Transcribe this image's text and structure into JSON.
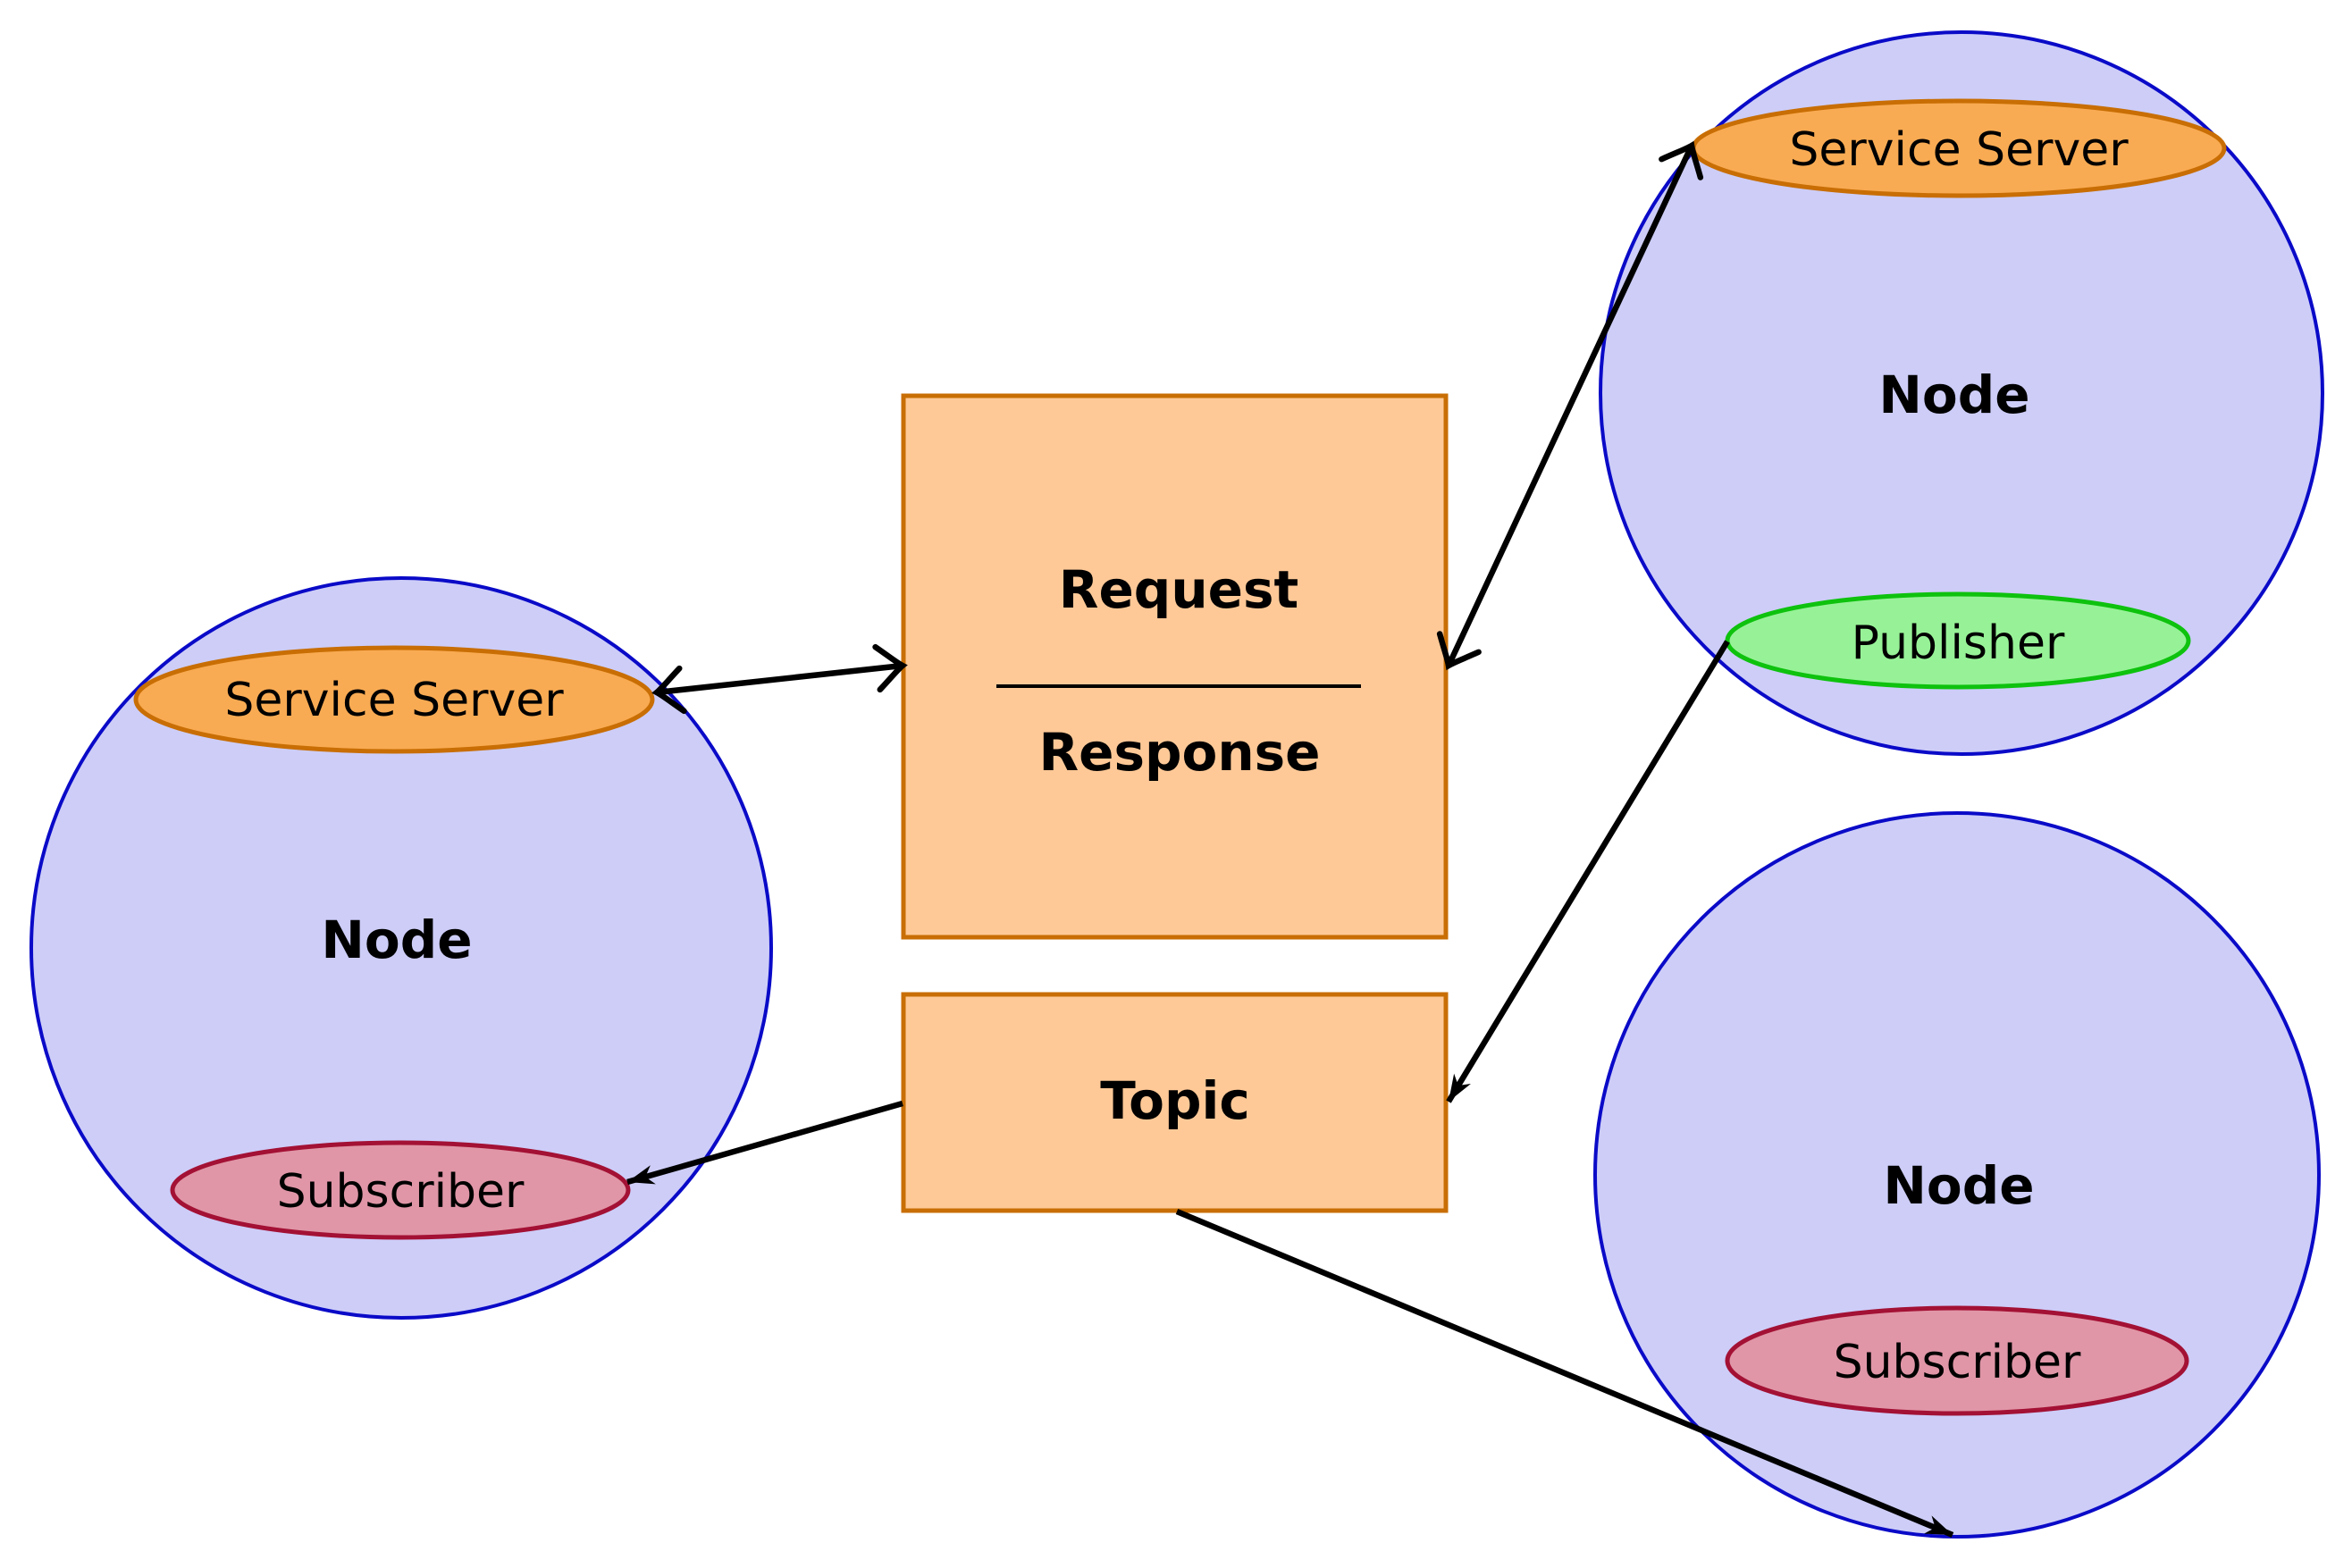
{
  "diagram_type": "ros-nodes-topic-service-communication",
  "colors": {
    "background": "#ffffff",
    "node_fill": "#cdcdf8",
    "node_stroke": "#0a0ac8",
    "service_ellipse_fill": "#f9ab53",
    "orange_stroke": "#c86e04",
    "channel_box_fill": "#fec997",
    "subscriber_fill": "#e096a7",
    "subscriber_stroke": "#a31134",
    "publisher_fill": "#97f297",
    "publisher_stroke": "#0ec20e",
    "arrow": "#000000",
    "text": "#000000"
  },
  "nodes": [
    {
      "id": "node-left",
      "label": "Node",
      "components": [
        {
          "type": "service-server",
          "label": "Service Server"
        },
        {
          "type": "subscriber",
          "label": "Subscriber"
        }
      ]
    },
    {
      "id": "node-top-right",
      "label": "Node",
      "components": [
        {
          "type": "service-server",
          "label": "Service Server"
        },
        {
          "type": "publisher",
          "label": "Publisher"
        }
      ]
    },
    {
      "id": "node-bottom-right",
      "label": "Node",
      "components": [
        {
          "type": "subscriber",
          "label": "Subscriber"
        }
      ]
    }
  ],
  "channels": {
    "service": {
      "request_label": "Request",
      "response_label": "Response"
    },
    "topic": {
      "label": "Topic"
    }
  },
  "edges": [
    {
      "from": "node-left.service-server",
      "to": "service-box",
      "style": "double-arrow"
    },
    {
      "from": "service-box",
      "to": "node-top-right.service-server",
      "style": "double-arrow"
    },
    {
      "from": "node-top-right.publisher",
      "to": "topic-box",
      "style": "arrow"
    },
    {
      "from": "topic-box",
      "to": "node-left.subscriber",
      "style": "arrow"
    },
    {
      "from": "topic-box",
      "to": "node-bottom-right",
      "style": "arrow"
    }
  ]
}
